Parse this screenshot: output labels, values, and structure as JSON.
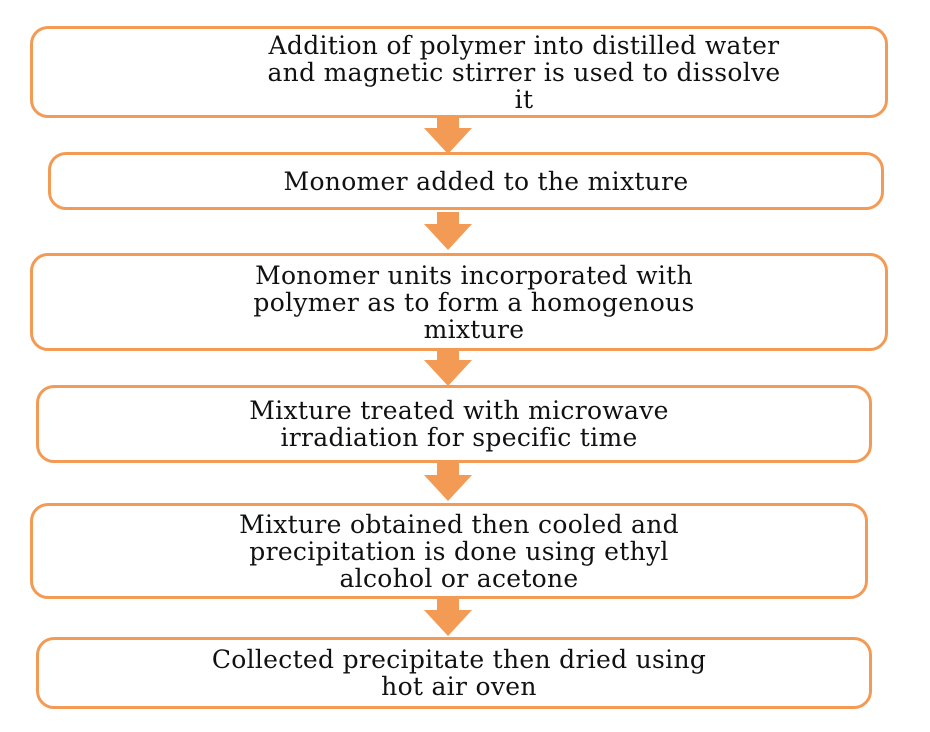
{
  "flowchart": {
    "steps": [
      {
        "text": "Addition of polymer into distilled water\nand magnetic stirrer is used to dissolve\nit"
      },
      {
        "text": "Monomer added to the mixture"
      },
      {
        "text": "Monomer units incorporated with\npolymer as to form a homogenous\nmixture"
      },
      {
        "text": "Mixture treated with microwave\nirradiation for specific time"
      },
      {
        "text": "Mixture obtained then cooled and\nprecipitation is done using ethyl\nalcohol or acetone"
      },
      {
        "text": "Collected precipitate then dried using\nhot air oven"
      }
    ],
    "colors": {
      "box_border": "#f39a55",
      "arrow": "#f39a55",
      "text": "#111111"
    }
  }
}
